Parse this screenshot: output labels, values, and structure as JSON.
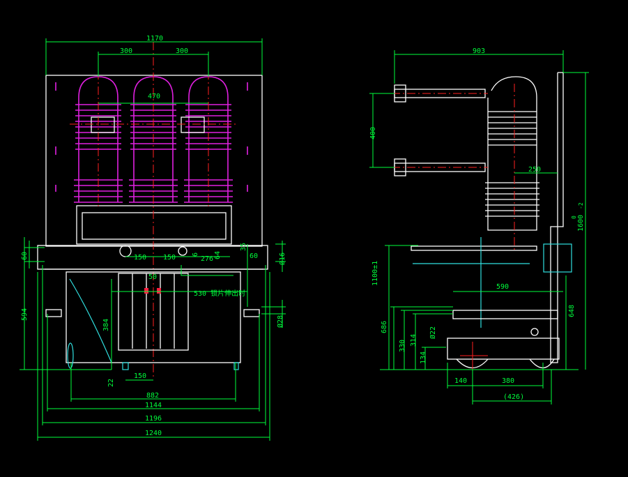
{
  "front_view": {
    "dims": {
      "width_top": "1170",
      "pitch_left": "300",
      "pitch_right": "300",
      "bushing_470": "470",
      "h60_left": "60",
      "d150_a": "150",
      "d150_b": "150",
      "d6": "6",
      "d64": "64",
      "d35": "35",
      "d60_right": "60",
      "d276": "276",
      "d50": "50",
      "d530_note": "530 锁片伸出时",
      "phi16": "Ø16",
      "h594": "594",
      "h384": "384",
      "phi28": "Ø28",
      "d22": "22",
      "d150_bottom": "150",
      "w882": "882",
      "w1144": "1144",
      "w1196": "1196",
      "w1240": "1240"
    }
  },
  "side_view": {
    "dims": {
      "depth_903": "903",
      "h400": "400",
      "d250": "250",
      "h1600": "1600",
      "h1600_tol_upper": "0",
      "h1600_tol_lower": "-2",
      "h1100": "1100±1",
      "d590": "590",
      "h648": "648",
      "h686": "686",
      "h330": "330",
      "h314": "314",
      "phi22": "Ø22",
      "h134": "134",
      "d140": "140",
      "d380": "380",
      "d426": "(426)"
    }
  },
  "colors": {
    "background": "#000000",
    "dimension": "#00ff3c",
    "outline": "#ffffff",
    "insulator": "#e020e0",
    "centerline": "#ff2020",
    "hidden": "#30e0e0"
  }
}
